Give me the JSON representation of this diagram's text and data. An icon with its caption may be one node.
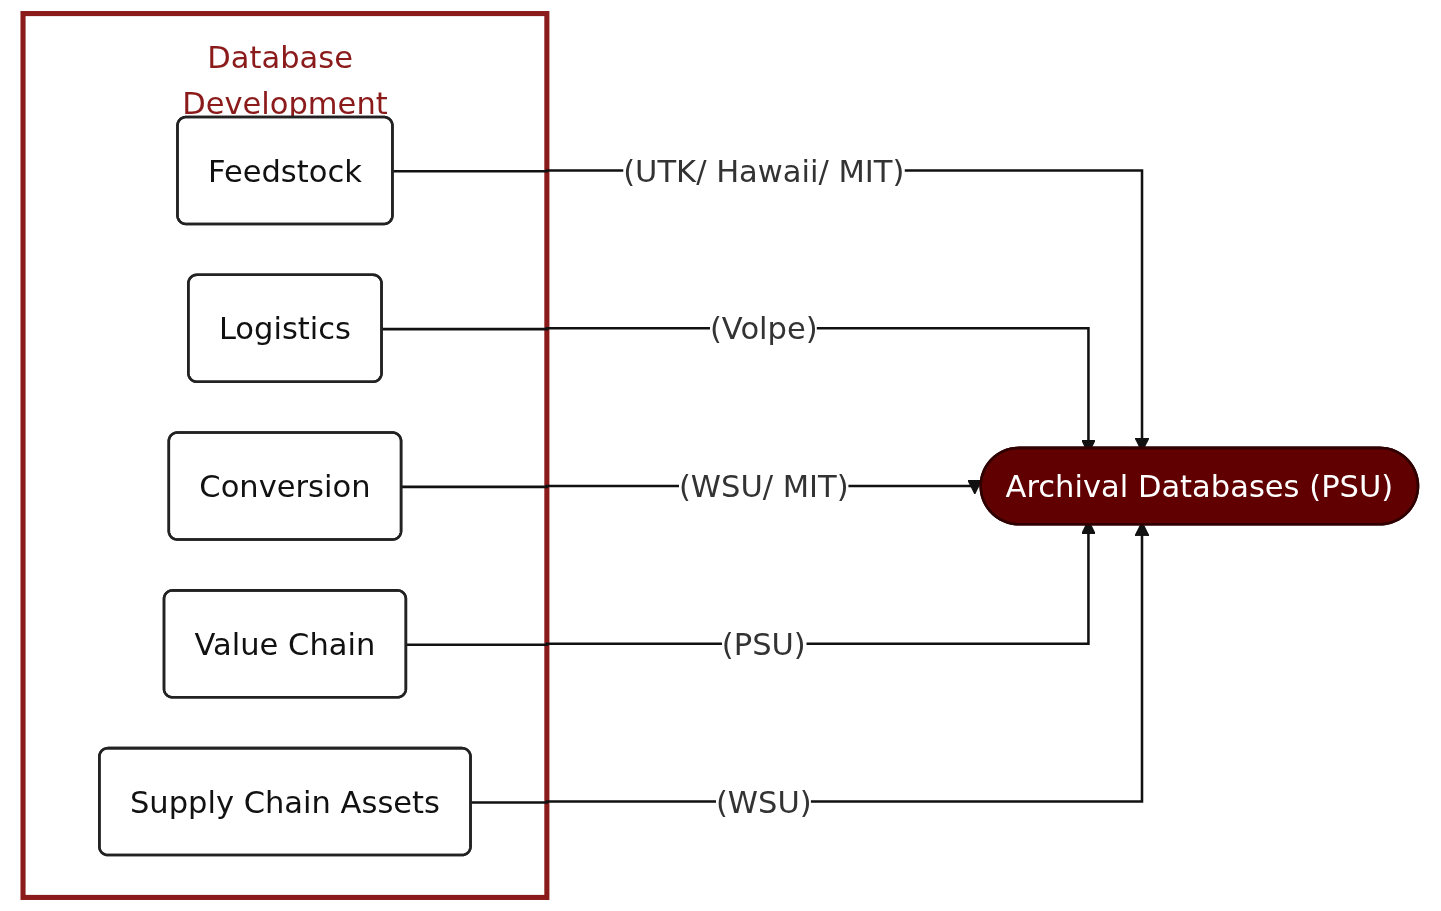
{
  "diagram": {
    "nodes": [
      {
        "text": [
          "Database Development"
        ]
      },
      {
        "text": [
          "Feedstock"
        ],
        "in": 0
      },
      {
        "text": [
          "Logistics"
        ],
        "in": 0
      },
      {
        "text": [
          "Conversion"
        ],
        "in": 0
      },
      {
        "text": [
          "Value Chain"
        ],
        "in": 0
      },
      {
        "text": [
          "Supply Chain Assets"
        ],
        "in": 0
      },
      {
        "text": [
          "Archival Databases (PSU)"
        ]
      }
    ],
    "edges": [
      {
        "from": 1,
        "to": 6,
        "arrow": "to",
        "label": "(UTK/ Hawaii/ MIT)"
      },
      {
        "from": 2,
        "to": 6,
        "arrow": "to",
        "label": "(Volpe)"
      },
      {
        "from": 3,
        "to": 6,
        "arrow": "to",
        "label": "(WSU/ MIT)"
      },
      {
        "from": 4,
        "to": 6,
        "arrow": "to",
        "label": "(PSU)"
      },
      {
        "from": 5,
        "to": 6,
        "arrow": "to",
        "label": "(WSU)"
      }
    ]
  }
}
